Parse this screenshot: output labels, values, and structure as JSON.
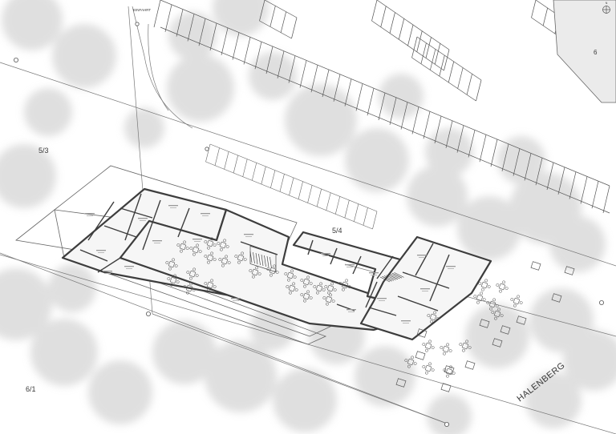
{
  "plot_labels": [
    {
      "key": "p53",
      "text": "5/3"
    },
    {
      "key": "p54",
      "text": "5/4"
    },
    {
      "key": "p61",
      "text": "6/1"
    },
    {
      "key": "p6",
      "text": "6"
    }
  ],
  "street_name": "HALENBERG",
  "entrance_label": "EINFAHRT",
  "north_symbol": "N",
  "colors": {
    "background": "#ffffff",
    "line": "#4a4a4a",
    "light_line": "#8a8a8a",
    "tree": "#cfcfcf",
    "building_fill": "#f6f6f6"
  },
  "icons": [
    "north-arrow-icon",
    "tree-icon",
    "table-set-icon"
  ]
}
